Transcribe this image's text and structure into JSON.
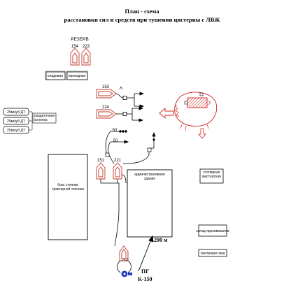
{
  "title": {
    "line1": "План - схема",
    "line2": "расстановки сил и средств при тушении цистерны с ЛВЖ"
  },
  "reserve": {
    "label": "РЕЗЕРВ",
    "trucks": [
      "154",
      "223"
    ]
  },
  "small_boxes": {
    "storage": "кладовая",
    "checkpoint": "проходная"
  },
  "tanks": {
    "items": [
      "25м/куб ДТ",
      "25м/куб ДТ",
      "25м/куб ДТ"
    ],
    "pump_column": "раздаточная колонка"
  },
  "trucks": {
    "t153": "153",
    "t224": "224",
    "t151": "151",
    "t221": "221",
    "t152": "152"
  },
  "nozzles": {
    "n50a": "50",
    "n50b": "50"
  },
  "buildings": {
    "garage": "бокс стоянки тракторной техники",
    "admin": "административное здание",
    "carpentry": "столярная мастерская",
    "chem_warehouse": "склад ядохимикатов",
    "inspection_pit": "смотровая яма"
  },
  "distance": "200 м",
  "hydrant": {
    "code": "ПГ",
    "capacity": "К-150"
  },
  "colors": {
    "fire": "#d42020",
    "truck_outline": "#c0392b",
    "hydrant": "#1f3fbf",
    "line": "#000000"
  }
}
